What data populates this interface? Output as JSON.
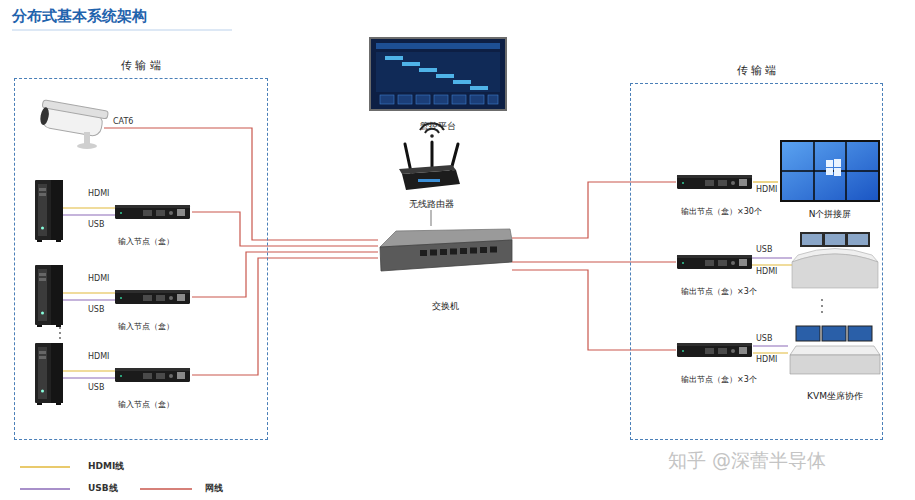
{
  "diagram": {
    "title": "分布式基本系统架构",
    "nodes": [
      {
        "text": [
          "传 输 端"
        ]
      },
      {
        "text": [
          "输入节点（盒）"
        ],
        "in": 0
      },
      {
        "text": [
          "输入节点（盒）"
        ],
        "in": 0
      },
      {
        "text": [
          "输入节点（盒）"
        ],
        "in": 0
      },
      {
        "text": [
          "管控平台"
        ]
      },
      {
        "text": [
          "无线路由器"
        ]
      },
      {
        "text": [
          "交换机"
        ]
      },
      {
        "text": [
          "传 输 端"
        ]
      },
      {
        "text": [
          "输出节点（盒）×30个"
        ],
        "in": 7
      },
      {
        "text": [
          "N个拼接屏"
        ],
        "in": 7
      },
      {
        "text": [
          "输出节点（盒）×3个"
        ],
        "in": 7
      },
      {
        "text": [
          "输出节点（盒）×3个"
        ],
        "in": 7
      },
      {
        "text": [
          "KVM坐席协作"
        ],
        "in": 7
      }
    ],
    "edges": [
      {
        "from": 1,
        "to": 6,
        "arrow": "none"
      },
      {
        "from": 2,
        "to": 6,
        "arrow": "none"
      },
      {
        "from": 3,
        "to": 6,
        "arrow": "none"
      },
      {
        "from": 5,
        "to": 6,
        "arrow": "none"
      },
      {
        "from": 6,
        "to": 8,
        "arrow": "none"
      },
      {
        "from": 6,
        "to": 10,
        "arrow": "none"
      },
      {
        "from": 6,
        "to": 11,
        "arrow": "none"
      },
      {
        "from": 8,
        "to": 9,
        "label": "HDMI",
        "arrow": "none"
      },
      {
        "from": 11,
        "to": 12,
        "label": "USB",
        "arrow": "none"
      },
      {
        "from": 11,
        "to": 12,
        "label": "HDMI",
        "arrow": "none"
      }
    ],
    "labels": [
      "CAT6",
      "HDMI",
      "USB",
      "HDMI",
      "USB",
      "HDMI",
      "USB",
      "USB",
      "HDMI",
      "知乎 @深蕾半导体"
    ],
    "legend": [
      {
        "text": "HDMI线"
      },
      {
        "text": "USB线"
      },
      {
        "text": "网线"
      }
    ]
  }
}
